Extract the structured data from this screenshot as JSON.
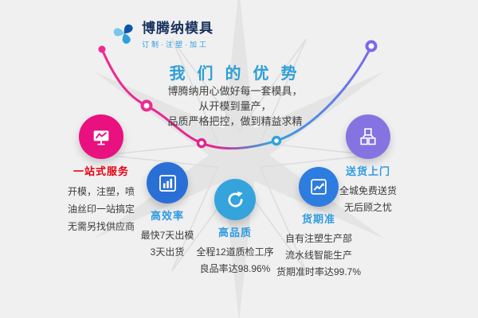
{
  "palette": {
    "background": "#f0f0f0",
    "watermark": "#e4e4e4",
    "logo_text": "#17325f",
    "logo_subtitle": "#2e9be0",
    "title_blue": "#2d9fd6",
    "curve_pink": "#ed2a91",
    "curve_blue": "#31a2dc",
    "curve_purple": "#7b68ee",
    "body_text": "#3a3a3a"
  },
  "logo": {
    "name": "博腾纳模具",
    "subtitle": "订制·注塑·加工",
    "icon": "pinwheel-drop-logo"
  },
  "title": "我 们 的 优 势",
  "intro": {
    "lines": [
      "博腾纳用心做好每一套模具，",
      "从开模到量产，",
      "品质严格把控，做到精益求精"
    ]
  },
  "advantages": [
    {
      "label": "一站式服务",
      "label_color": "#e60012",
      "color": "#e8117f",
      "icon": "presentation-chart-icon",
      "lines": [
        "开模，注塑，喷",
        "油丝印一站搞定",
        "无需另找供应商"
      ]
    },
    {
      "label": "高效率",
      "label_color": "#2e9be0",
      "color": "#2a6fd6",
      "icon": "bar-chart-icon",
      "lines": [
        "最快7天出模",
        "3天出货"
      ]
    },
    {
      "label": "高品质",
      "label_color": "#2e9be0",
      "color": "#35a3dc",
      "icon": "refresh-arrows-icon",
      "lines": [
        "全程12道质检工序",
        "良品率达98.96%"
      ]
    },
    {
      "label": "货期准",
      "label_color": "#2e9be0",
      "color": "#2d7ce0",
      "icon": "trend-up-chart-icon",
      "lines": [
        "自有注塑生产部",
        "流水线智能生产",
        "货期准时率达99.7%"
      ]
    },
    {
      "label": "送货上门",
      "label_color": "#2e9be0",
      "color": "#8573e2",
      "icon": "stacked-boxes-icon",
      "lines": [
        "全城免费送货",
        "无后顾之忧"
      ]
    }
  ]
}
